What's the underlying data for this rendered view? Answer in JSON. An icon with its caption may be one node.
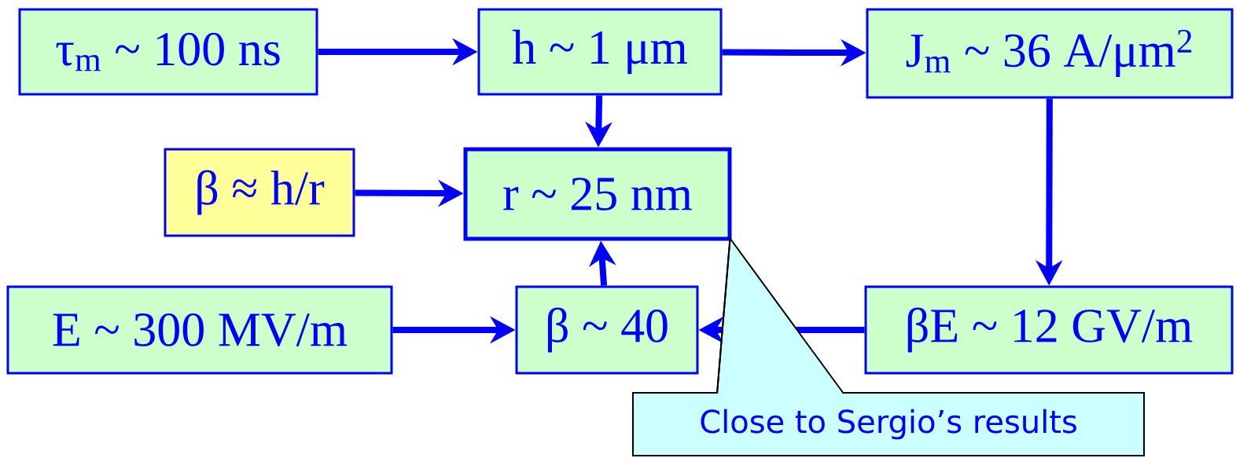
{
  "diagram": {
    "nodes": [
      {
        "text": [
          "τ$_{m}$ ~ 100 ns"
        ]
      },
      {
        "text": [
          "h ~ 1 μm"
        ]
      },
      {
        "text": [
          "J$_{m}$ ~ 36 A/μm$^{2}$"
        ]
      },
      {
        "text": [
          "β ≈ h/r"
        ]
      },
      {
        "text": [
          "r ~ 25 nm"
        ]
      },
      {
        "text": [
          "E ~ 300 MV/m"
        ]
      },
      {
        "text": [
          "β ~ 40"
        ]
      },
      {
        "text": [
          "βE ~ 12 GV/m"
        ]
      },
      {
        "text": [
          "Close to Sergio’s results"
        ]
      }
    ],
    "edges": [
      {
        "from": 0,
        "to": 1,
        "arrow": "to"
      },
      {
        "from": 1,
        "to": 2,
        "arrow": "to"
      },
      {
        "from": 1,
        "to": 4,
        "arrow": "to"
      },
      {
        "from": 3,
        "to": 4,
        "arrow": "to"
      },
      {
        "from": 2,
        "to": 7,
        "arrow": "to"
      },
      {
        "from": 7,
        "to": 6,
        "arrow": "to"
      },
      {
        "from": 5,
        "to": 6,
        "arrow": "to"
      },
      {
        "from": 6,
        "to": 4,
        "arrow": "to"
      },
      {
        "from": 8,
        "to": 4,
        "arrow": "none",
        "color": "#000000"
      }
    ]
  }
}
